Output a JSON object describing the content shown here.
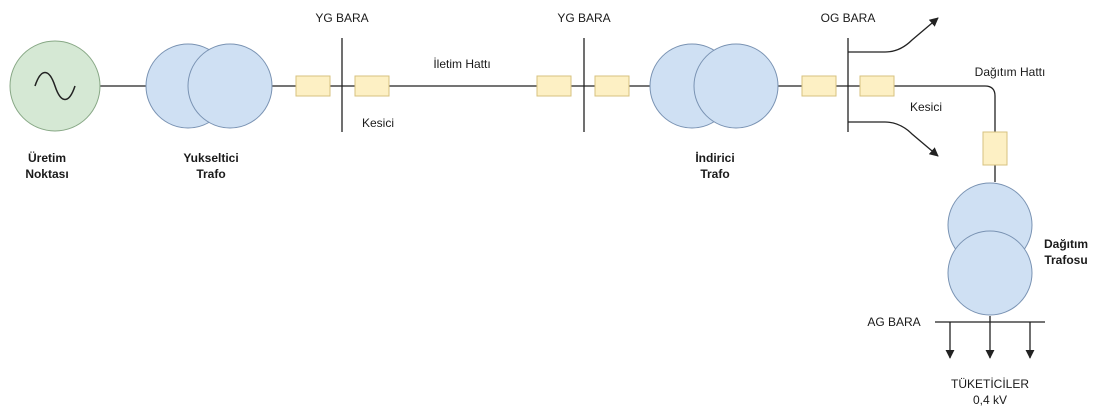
{
  "colors": {
    "generator_fill": "#d5e8d4",
    "transformer_fill": "#cfe0f3",
    "breaker_fill": "#fdf0c4",
    "line": "#222222"
  },
  "icons": {
    "generator": "sine-wave-icon",
    "transformer": "double-circle-transformer-icon",
    "breaker": "rectangle-breaker-icon",
    "load": "arrow-down-icon"
  },
  "labels": {
    "generation": [
      "Üretim",
      "Noktası"
    ],
    "step_up": [
      "Yukseltici",
      "Trafo"
    ],
    "bus_hv_1": "YG BARA",
    "bus_hv_2": "YG BARA",
    "bus_mv": "OG BARA",
    "bus_lv": "AG BARA",
    "transmission_line": "İletim Hattı",
    "breaker_1": "Kesici",
    "breaker_2": "Kesici",
    "step_down": [
      "İndirici",
      "Trafo"
    ],
    "distribution_line": "Dağıtım Hattı",
    "distribution_transformer": [
      "Dağıtım",
      "Trafosu"
    ],
    "consumers": [
      "TÜKETİCİLER",
      "0,4 kV"
    ]
  }
}
